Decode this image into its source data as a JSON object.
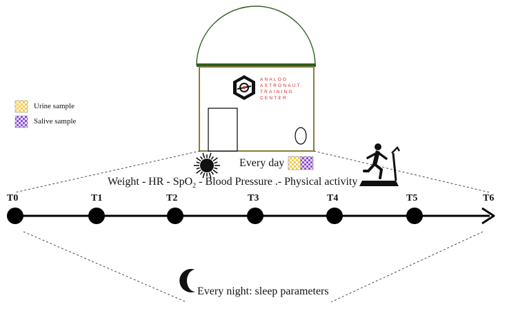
{
  "legend": {
    "items": [
      {
        "label": "Urine sample",
        "pattern": "urine"
      },
      {
        "label": "Salive sample",
        "pattern": "salive"
      }
    ]
  },
  "logo": {
    "lines": [
      "ANALOG",
      "ASTRONAUT",
      "TRAINING",
      "CENTER"
    ]
  },
  "daily": {
    "label": "Every day",
    "measures_prefix": "Weight - HR - SpO",
    "measures_sub": "2",
    "measures_suffix": " - Blood Pressure .- Physical activity"
  },
  "nightly": {
    "label": "Every night: sleep parameters"
  },
  "timeline": {
    "points": [
      "T0",
      "T1",
      "T2",
      "T3",
      "T4",
      "T5",
      "T6"
    ]
  },
  "icons": [
    "sun-icon",
    "moon-icon",
    "treadmill-runner-icon",
    "habitat-dome-icon",
    "aatc-logo-icon"
  ],
  "colors": {
    "dome_band": "#2e5e22",
    "habitat_wall": "#8a7a3a",
    "logo_text": "#e02020",
    "urine": "#f2c12e",
    "salive": "#8a4fd1",
    "timeline": "#000000"
  }
}
